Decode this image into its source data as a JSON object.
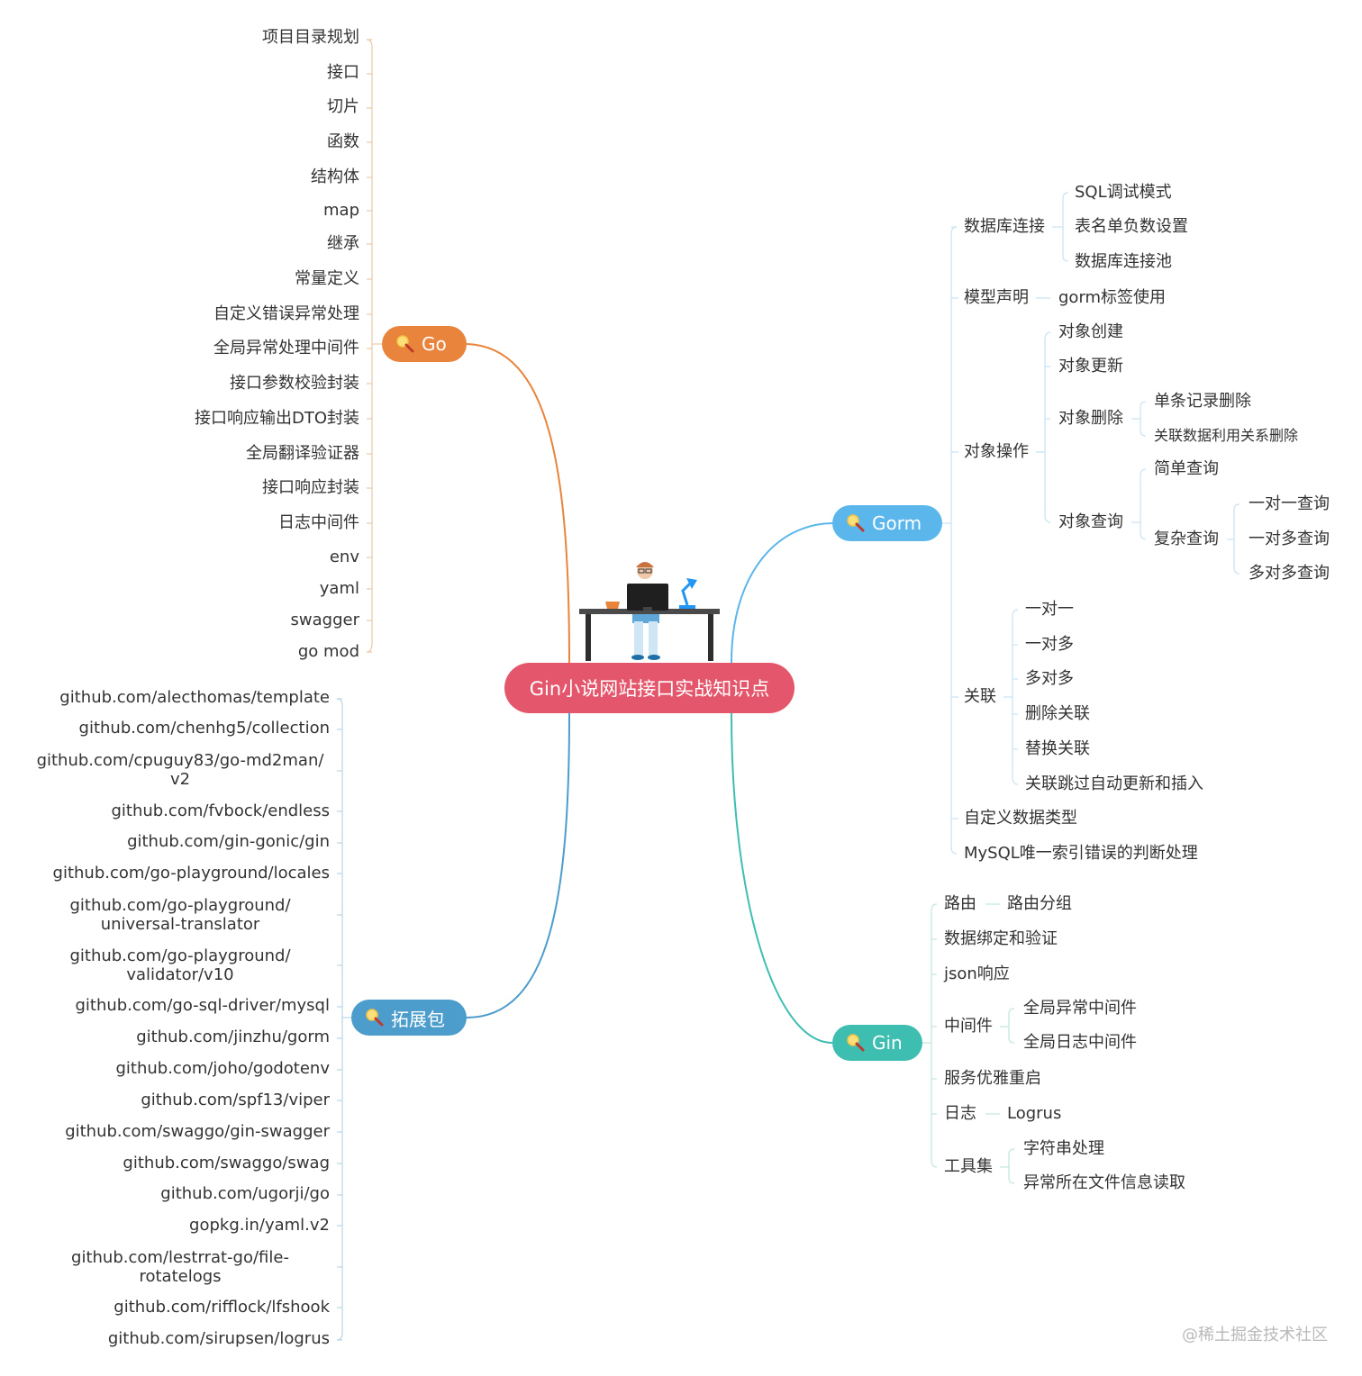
{
  "center": {
    "title": "Gin小说网站接口实战知识点",
    "color": "#e4566b"
  },
  "branches": {
    "go": {
      "label": "Go",
      "color": "#e8843c",
      "icon": "magnifier-icon"
    },
    "gorm": {
      "label": "Gorm",
      "color": "#5bb7eb",
      "icon": "magnifier-icon"
    },
    "gin": {
      "label": "Gin",
      "color": "#3dbeb0",
      "icon": "magnifier-icon"
    },
    "ext": {
      "label": "拓展包",
      "color": "#4c9ccc",
      "icon": "magnifier-icon"
    }
  },
  "go_items": [
    "项目目录规划",
    "接口",
    "切片",
    "函数",
    "结构体",
    "map",
    "继承",
    "常量定义",
    "自定义错误异常处理",
    "全局异常处理中间件",
    "接口参数校验封装",
    "接口响应输出DTO封装",
    "全局翻译验证器",
    "接口响应封装",
    "日志中间件",
    "env",
    "yaml",
    "swagger",
    "go mod"
  ],
  "ext_items": [
    "github.com/alecthomas/template",
    "github.com/chenhg5/collection",
    "github.com/cpuguy83/go-md2man/ v2",
    "github.com/fvbock/endless",
    "github.com/gin-gonic/gin",
    "github.com/go-playground/locales",
    "github.com/go-playground/ universal-translator",
    "github.com/go-playground/ validator/v10",
    "github.com/go-sql-driver/mysql",
    "github.com/jinzhu/gorm",
    "github.com/joho/godotenv",
    "github.com/spf13/viper",
    "github.com/swaggo/gin-swagger",
    "github.com/swaggo/swag",
    "github.com/ugorji/go",
    "gopkg.in/yaml.v2",
    "github.com/lestrrat-go/file- rotatelogs",
    "github.com/rifflock/lfshook",
    "github.com/sirupsen/logrus"
  ],
  "gorm": {
    "db_conn": {
      "label": "数据库连接",
      "children": [
        "SQL调试模式",
        "表名单负数设置",
        "数据库连接池"
      ]
    },
    "model": {
      "label": "模型声明",
      "children": [
        "gorm标签使用"
      ]
    },
    "obj_ops": {
      "label": "对象操作",
      "create": "对象创建",
      "update": "对象更新",
      "delete": {
        "label": "对象删除",
        "children": [
          "单条记录删除",
          "关联数据利用关系删除"
        ]
      },
      "query": {
        "label": "对象查询",
        "simple": "简单查询",
        "complex": {
          "label": "复杂查询",
          "children": [
            "一对一查询",
            "一对多查询",
            "多对多查询"
          ]
        }
      }
    },
    "assoc": {
      "label": "关联",
      "children": [
        "一对一",
        "一对多",
        "多对多",
        "删除关联",
        "替换关联",
        "关联跳过自动更新和插入"
      ]
    },
    "custom_type": "自定义数据类型",
    "mysql_err": "MySQL唯一索引错误的判断处理"
  },
  "gin": {
    "router": {
      "label": "路由",
      "children": [
        "路由分组"
      ]
    },
    "binding": "数据绑定和验证",
    "json": "json响应",
    "middleware": {
      "label": "中间件",
      "children": [
        "全局异常中间件",
        "全局日志中间件"
      ]
    },
    "graceful": "服务优雅重启",
    "log": {
      "label": "日志",
      "children": [
        "Logrus"
      ]
    },
    "tools": {
      "label": "工具集",
      "children": [
        "字符串处理",
        "异常所在文件信息读取"
      ]
    }
  },
  "watermark": "@稀土掘金技术社区"
}
